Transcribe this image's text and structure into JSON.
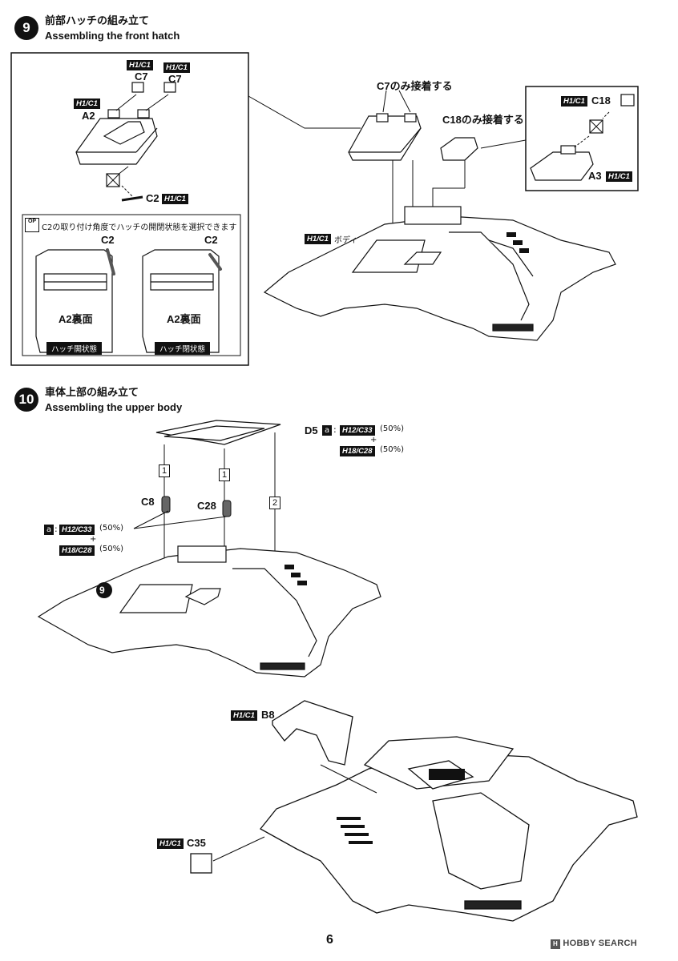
{
  "step9": {
    "number": "9",
    "title_jp": "前部ハッチの組み立て",
    "title_en": "Assembling the front hatch",
    "tags": {
      "h1c1": "H1/C1"
    },
    "parts": {
      "c7": "C7",
      "a2": "A2",
      "c2": "C2",
      "c18": "C18",
      "a3": "A3"
    },
    "notes": {
      "c7_only": "C7のみ接着する",
      "c18_only": "C18のみ接着する",
      "body": "ボディ"
    },
    "option": {
      "badge_line1": "OP",
      "text": "C2の取り付け角度でハッチの開閉状態を選択できます",
      "left_part": "C2",
      "right_part": "C2",
      "left_label": "A2裏面",
      "right_label": "A2裏面",
      "left_caption": "ハッチ開状態",
      "right_caption": "ハッチ閉状態"
    }
  },
  "step10": {
    "number": "10",
    "title_jp": "車体上部の組み立て",
    "title_en": "Assembling the upper body",
    "parts": {
      "d5": "D5",
      "c8": "C8",
      "c28": "C28",
      "b8": "B8",
      "c35": "C35"
    },
    "paint": {
      "a": "a",
      "h12": "H12/C33",
      "h18": "H18/C28",
      "pct": "(50%)",
      "plus": "+"
    },
    "steps": {
      "s1": "1",
      "s2": "2"
    },
    "ref_step": "9",
    "tags": {
      "h1c1": "H1/C1"
    }
  },
  "footer": {
    "page": "6",
    "brand": "HOBBY SEARCH"
  }
}
